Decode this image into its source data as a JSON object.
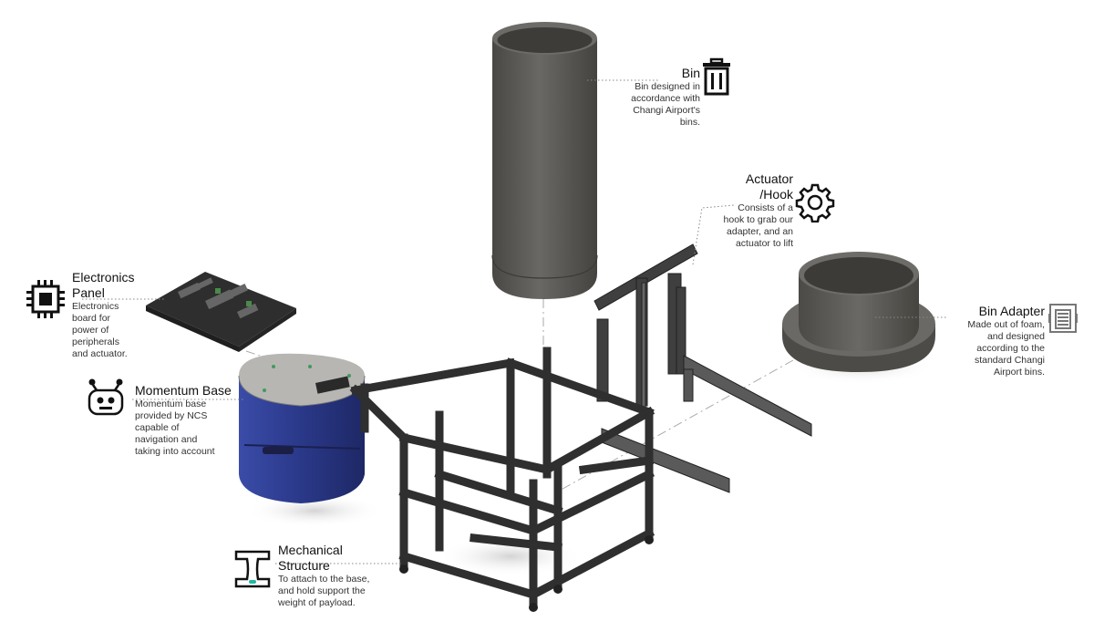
{
  "callouts": {
    "bin": {
      "title": "Bin",
      "desc_lines": [
        "Bin designed in",
        "accordance with",
        "Changi Airport's",
        "bins."
      ],
      "icon": "trash-bin-icon"
    },
    "actuator": {
      "title_lines": [
        "Actuator",
        "/Hook"
      ],
      "desc_lines": [
        "Consists of a",
        "hook to grab our",
        "adapter, and an",
        "actuator to lift"
      ],
      "icon": "gear-icon"
    },
    "adapter": {
      "title": "Bin Adapter",
      "desc_lines": [
        "Made out of foam,",
        "and designed",
        "according to the",
        "standard Changi",
        "Airport bins."
      ],
      "icon": "adapter-icon"
    },
    "electronics": {
      "title_lines": [
        "Electronics",
        "Panel"
      ],
      "desc_lines": [
        "Electronics",
        "board for",
        "power of",
        "peripherals",
        "and actuator."
      ],
      "icon": "chip-icon"
    },
    "momentum": {
      "title": "Momentum Base",
      "desc_lines": [
        "Momentum base",
        "provided by NCS",
        "capable of",
        "navigation and",
        "taking into account"
      ],
      "icon": "robot-icon"
    },
    "mechanical": {
      "title_lines": [
        "Mechanical",
        "Structure"
      ],
      "desc_lines": [
        "To attach to the base,",
        "and hold support the",
        "weight of payload."
      ],
      "icon": "i-beam-icon"
    }
  },
  "colors": {
    "bin": "#55534f",
    "frame": "#3a3a3a",
    "base_blue": "#2b3a8c",
    "leader": "#888888",
    "icon_accent": "#1fb9a6"
  }
}
